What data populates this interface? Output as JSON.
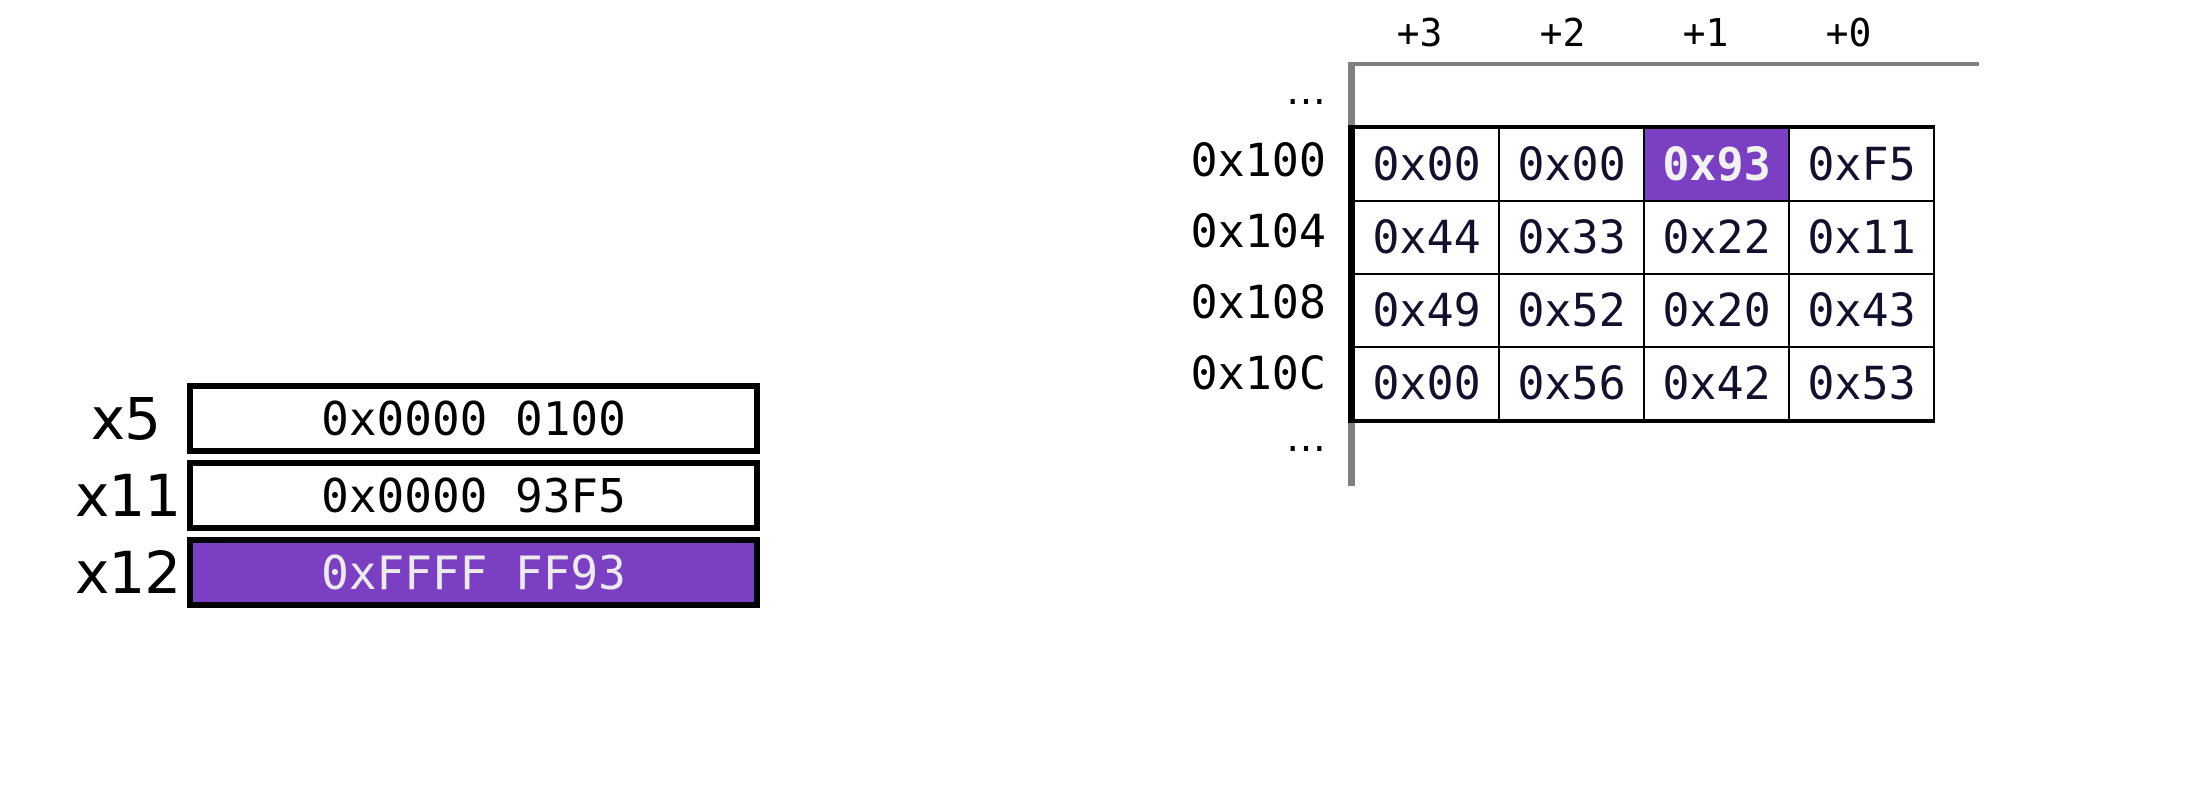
{
  "registers": {
    "rows": [
      {
        "label": "x5",
        "value": "0x0000 0100",
        "highlighted": false
      },
      {
        "label": "x11",
        "value": "0x0000 93F5",
        "highlighted": false
      },
      {
        "label": "x12",
        "value": "0xFFFF FF93",
        "highlighted": true
      }
    ]
  },
  "memory": {
    "column_headers": [
      "+3",
      "+2",
      "+1",
      "+0"
    ],
    "ellipsis_top": "…",
    "ellipsis_bottom": "…",
    "rows": [
      {
        "address": "0x100",
        "cells": [
          "0x00",
          "0x00",
          "0x93",
          "0xF5"
        ],
        "highlight_index": 2
      },
      {
        "address": "0x104",
        "cells": [
          "0x44",
          "0x33",
          "0x22",
          "0x11"
        ],
        "highlight_index": -1
      },
      {
        "address": "0x108",
        "cells": [
          "0x49",
          "0x52",
          "0x20",
          "0x43"
        ],
        "highlight_index": -1
      },
      {
        "address": "0x10C",
        "cells": [
          "0x00",
          "0x56",
          "0x42",
          "0x53"
        ],
        "highlight_index": -1
      }
    ]
  },
  "colors": {
    "highlight": "#7B3FC4",
    "highlight_text": "#f2f2f2",
    "cell_text": "#11112e",
    "label_text": "#000000",
    "border": "#000000",
    "spacer_border": "#808080",
    "background": "#ffffff"
  }
}
